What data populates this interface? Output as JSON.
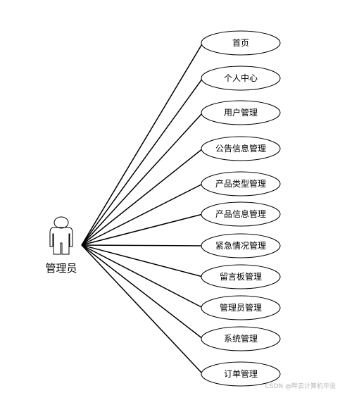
{
  "actor": {
    "name": "管理员",
    "icon": "stick-figure-icon"
  },
  "use_cases": [
    {
      "label": "首页"
    },
    {
      "label": "个人中心"
    },
    {
      "label": "用户管理"
    },
    {
      "label": "公告信息管理"
    },
    {
      "label": "产品类型管理"
    },
    {
      "label": "产品信息管理"
    },
    {
      "label": "紧急情况管理"
    },
    {
      "label": "留言板管理"
    },
    {
      "label": "管理员管理"
    },
    {
      "label": "系统管理"
    },
    {
      "label": "订单管理"
    }
  ],
  "watermark": "CSDN @畔云计算机毕设",
  "colors": {
    "line": "#000000",
    "background": "#ffffff",
    "watermark": "#b8b8b8"
  }
}
